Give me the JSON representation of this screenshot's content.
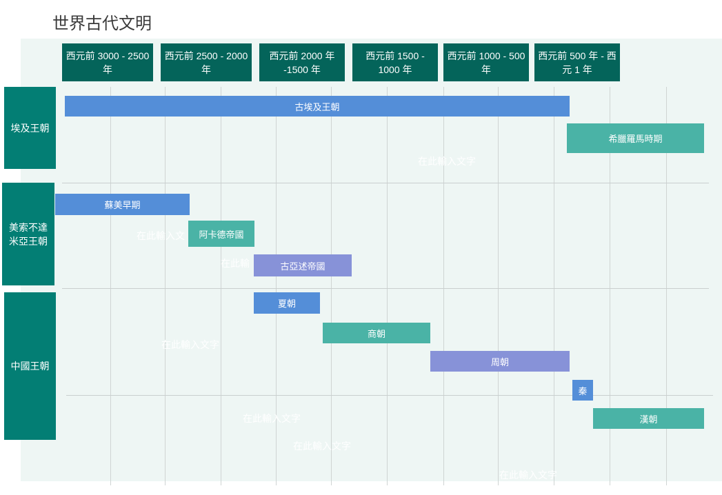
{
  "title": "世界古代文明",
  "periods": [
    "西元前 3000 - 2500 年",
    "西元前 2500 - 2000 年",
    "西元前 2000 年 -1500 年",
    "西元前 1500 - 1000 年",
    "西元前 1000 - 500 年",
    "西元前 500 年 - 西元 1 年"
  ],
  "groups": [
    "埃及王朝",
    "美索不達米亞王朝",
    "中國王朝"
  ],
  "bars": [
    "古埃及王朝",
    "希臘羅馬時期",
    "蘇美早期",
    "阿卡德帝國",
    "古亞述帝國",
    "夏朝",
    "商朝",
    "周朝",
    "秦",
    "漢朝"
  ],
  "placeholders": [
    "在此輸入文字",
    "在此輸入文",
    "在此輸",
    "在此輸入文字",
    "在此輸入文字",
    "在此輸入文字",
    "在此輸入文字"
  ],
  "colors": {
    "header": "#04645a",
    "group": "#037e74",
    "blue": "#548ed8",
    "teal": "#4ab3a6",
    "purple": "#8792d8",
    "background": "#eef6f4"
  }
}
